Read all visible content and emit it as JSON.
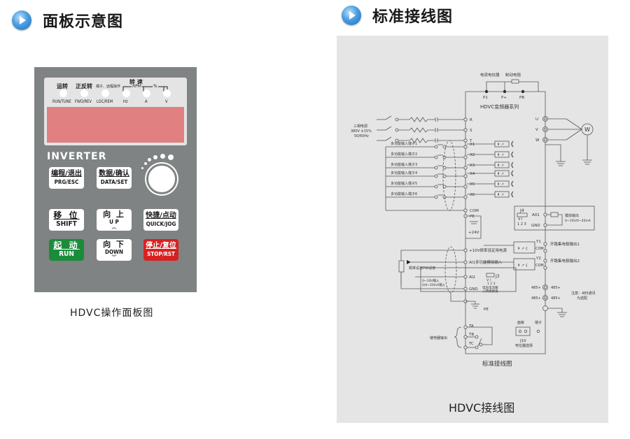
{
  "left_section": {
    "title": "面板示意图",
    "panel": {
      "indicators": [
        {
          "top_label": "运转",
          "bottom_label": "RUN/TUNE"
        },
        {
          "top_label": "正反转",
          "bottom_label": "FWD/REV"
        },
        {
          "top_label": "端子、远程操作",
          "bottom_label": "LOC/REM"
        },
        {
          "top_label": "",
          "bottom_label": "Hz"
        },
        {
          "top_label": "",
          "bottom_label": "A"
        },
        {
          "top_label": "",
          "bottom_label": "V"
        }
      ],
      "unit_group_label": "转 速",
      "rpm_label": "RPM",
      "percent_label": "%",
      "brand_label": "INVERTER",
      "buttons": {
        "prg": {
          "cn": "编程/退出",
          "en": "PRG/ESC"
        },
        "data": {
          "cn": "数据/确认",
          "en": "DATA/SET"
        },
        "shift": {
          "cn": "移 位",
          "en": "SHIFT"
        },
        "up": {
          "cn": "向 上",
          "en": "U P",
          "arrow": "≈"
        },
        "quick": {
          "cn": "快捷/点动",
          "en": "QUICK/JOG"
        },
        "run": {
          "cn": "起 动",
          "en": "RUN"
        },
        "down": {
          "cn": "向 下",
          "en": "DOWN",
          "arrow": "≈"
        },
        "stop": {
          "cn": "停止/复位",
          "en": "STOP/RST"
        }
      },
      "colors": {
        "body": "#7f8384",
        "lcd": "#e08080",
        "run": "#1a8c3a",
        "stop": "#d82020"
      }
    },
    "caption": "HDVC操作面板图"
  },
  "right_section": {
    "title": "标准接线图",
    "diagram": {
      "series_label": "HDVC变频器系列",
      "top_labels": {
        "reactor": "电流电抗器",
        "brake": "制动电阻"
      },
      "dc_terminals": [
        "P1",
        "P+",
        "PB"
      ],
      "power_input": {
        "line1": "三相电源",
        "line2": "380V ±15%",
        "line3": "50/60Hz"
      },
      "input_terminals": [
        "R",
        "S",
        "T"
      ],
      "output_terminals": [
        "U",
        "V",
        "W"
      ],
      "motor_label": "W",
      "digital_inputs": [
        {
          "label": "多功能输入端子1",
          "terminal": "X1"
        },
        {
          "label": "多功能输入端子2",
          "terminal": "X2"
        },
        {
          "label": "多功能输入端子3",
          "terminal": "X3"
        },
        {
          "label": "多功能输入端子4",
          "terminal": "X4"
        },
        {
          "label": "多功能输入端子5",
          "terminal": "X5"
        },
        {
          "label": "多功能输入端子6",
          "terminal": "X6"
        }
      ],
      "com_label": "COM",
      "pe_label": "PE",
      "v24_label": "+24V",
      "analog_out": {
        "jumper": "J4",
        "jumper_pins": "1 2 3",
        "jumper_vi": "V  I",
        "terminal": "A01",
        "gnd": "GND",
        "label": "模拟输出",
        "range": "0~10V/0~20mA"
      },
      "analog_in": {
        "v10": "+10V频率设定用电源",
        "ai1": "AI1多功能模拟输入",
        "ai2": "AI2",
        "gnd": "GND",
        "pot_label": "频率设定PID设定",
        "ai2_note1": "0~10V输入",
        "ai2_note2": "0/4~20mA输入",
        "jumper": "J3",
        "jumper_vi": "V  I",
        "jumper_pins": "1 2 3",
        "jumper_note1": "电压电流输",
        "jumper_note2": "入转换跳线"
      },
      "open_collector": [
        {
          "terminal": "Y1",
          "com": "COM",
          "label": "开路集电极输出1"
        },
        {
          "terminal": "Y2",
          "com": "COM",
          "label": "开路集电极输出2"
        }
      ],
      "rs485": [
        {
          "left": "485+",
          "right": "485+"
        },
        {
          "left": "485+",
          "right": "485+"
        }
      ],
      "rs485_note1": "注意：485通讯",
      "rs485_note2": "为选配",
      "relay": {
        "terminals": [
          "TA",
          "TB",
          "TC"
        ],
        "label": "继电器输出"
      },
      "j10": {
        "label_panel": "面板",
        "label_terminal": "端子",
        "name": "J10",
        "desc": "电位器选择"
      },
      "inner_caption": "标准接线图"
    },
    "caption": "HDVC接线图"
  }
}
